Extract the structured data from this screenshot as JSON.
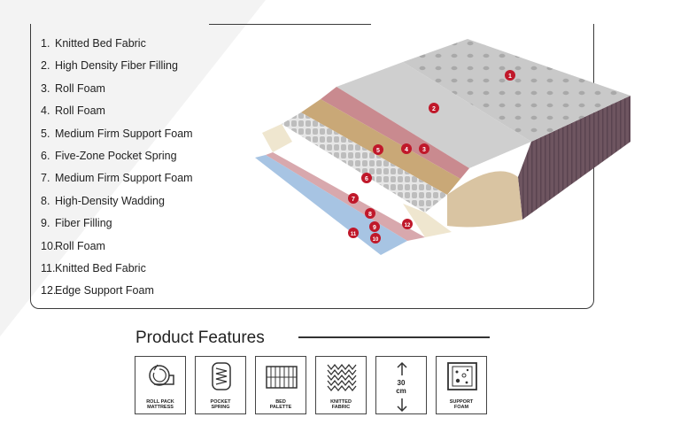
{
  "layers": [
    {
      "num": "1.",
      "label": "Knitted Bed Fabric"
    },
    {
      "num": "2.",
      "label": "High  Density Fiber Filling"
    },
    {
      "num": "3.",
      "label": "Roll Foam"
    },
    {
      "num": "4.",
      "label": "Roll Foam"
    },
    {
      "num": "5.",
      "label": "Medium Firm Support Foam"
    },
    {
      "num": "6.",
      "label": "Five-Zone Pocket Spring"
    },
    {
      "num": "7.",
      "label": "Medium Firm Support Foam"
    },
    {
      "num": "8.",
      "label": "High-Density Wadding"
    },
    {
      "num": "9.",
      "label": "Fiber Filling"
    },
    {
      "num": "10.",
      "label": "Roll Foam"
    },
    {
      "num": "11.",
      "label": "Knitted Bed Fabric"
    },
    {
      "num": "12.",
      "label": "Edge Support Foam"
    }
  ],
  "markers": [
    "1",
    "2",
    "3",
    "4",
    "5",
    "6",
    "7",
    "8",
    "9",
    "10",
    "11",
    "12"
  ],
  "features_title": "Product Features",
  "features": [
    {
      "label": "ROLL PACK\nMATTRESS",
      "icon": "roll-pack-icon"
    },
    {
      "label": "POCKET\nSPRING",
      "icon": "pocket-spring-icon"
    },
    {
      "label": "BED\nPALETTE",
      "icon": "bed-palette-icon"
    },
    {
      "label": "KNITTED\nFABRIC",
      "icon": "knitted-fabric-icon"
    },
    {
      "label": "30\ncm",
      "icon": "height-arrow-icon"
    },
    {
      "label": "SUPPORT\nFOAM",
      "icon": "support-foam-icon"
    }
  ],
  "colors": {
    "marker": "#c0182a",
    "fabric_side": "#6e5560",
    "pink_layer": "#c98a8f",
    "tan_layer": "#c9a877"
  }
}
